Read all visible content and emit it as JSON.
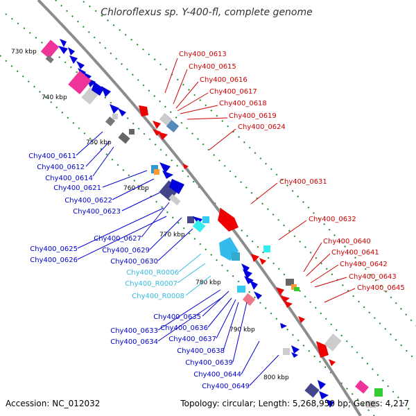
{
  "title": "Chloroflexus sp. Y-400-fl, complete genome",
  "footer": {
    "accession": "Accession: NC_012032",
    "topology": "Topology: circular; Length: 5,268,950 bp; Genes: 4,217"
  },
  "ticks": [
    "730 kbp",
    "740 kbp",
    "750 kbp",
    "760 kbp",
    "770 kbp",
    "780 kbp",
    "790 kbp",
    "800 kbp"
  ],
  "colors": {
    "backbone": "#888888",
    "minus_strand_gene": "#0000dd",
    "plus_strand_gene": "#ee0000",
    "rna_gene": "#33ccee",
    "tick_dots": "#228822"
  },
  "labels_left": [
    "Chy400_0611",
    "Chy400_0612",
    "Chy400_0614",
    "Chy400_0621",
    "Chy400_0622",
    "Chy400_0623",
    "Chy400_0627",
    "Chy400_0625",
    "Chy400_0629",
    "Chy400_0626",
    "Chy400_0630",
    "Chy400_R0006",
    "Chy400_R0007",
    "Chy400_R0008",
    "Chy400_0635",
    "Chy400_0633",
    "Chy400_0636",
    "Chy400_0634",
    "Chy400_0637",
    "Chy400_0638",
    "Chy400_0639",
    "Chy400_0644",
    "Chy400_0649"
  ],
  "labels_right": [
    "Chy400_0613",
    "Chy400_0615",
    "Chy400_0616",
    "Chy400_0617",
    "Chy400_0618",
    "Chy400_0619",
    "Chy400_0624",
    "Chy400_0631",
    "Chy400_0632",
    "Chy400_0640",
    "Chy400_0641",
    "Chy400_0642",
    "Chy400_0643",
    "Chy400_0645"
  ]
}
